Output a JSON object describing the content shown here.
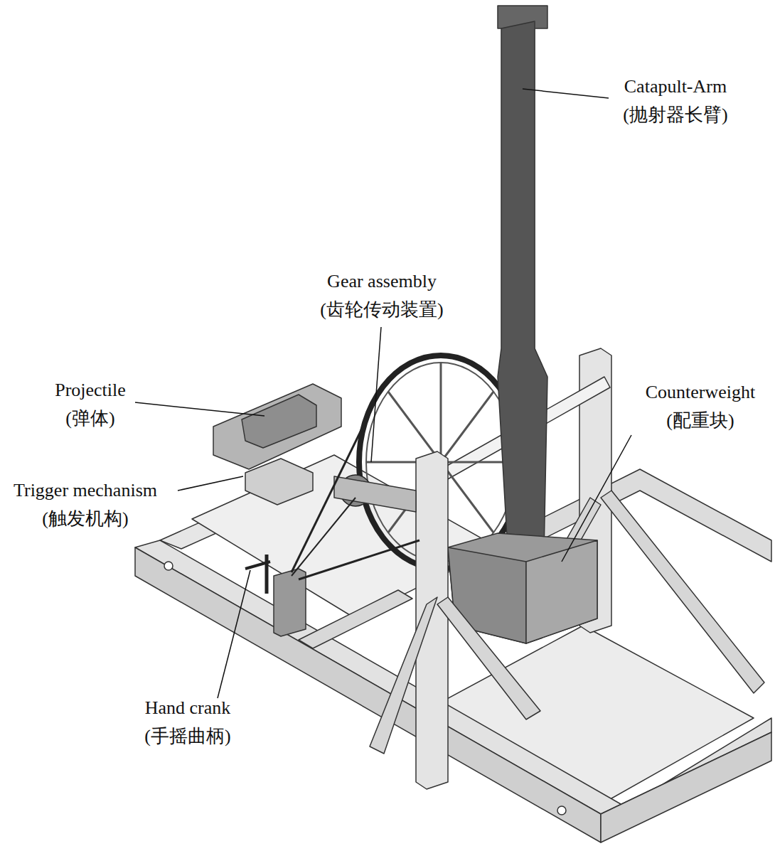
{
  "diagram": {
    "labels": [
      "Catapult-Arm",
      "(抛射器长臂)",
      "Gear assembly",
      "(齿轮传动装置)",
      "Projectile",
      "(弹体)",
      "Counterweight",
      "(配重块)",
      "Trigger mechanism",
      "(触发机构)",
      "Hand crank",
      "(手摇曲柄)"
    ]
  }
}
